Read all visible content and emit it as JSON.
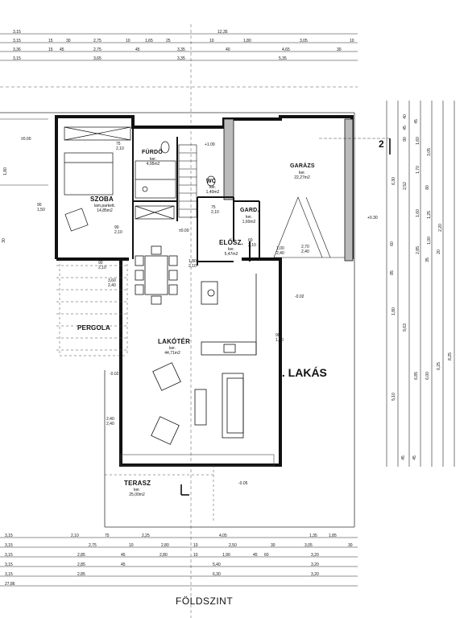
{
  "sheet_title": "FÖLDSZINT",
  "apartment_label": "I. LAKÁS",
  "section_marker": "2",
  "rooms": {
    "szoba": {
      "name": "SZOBA",
      "sub1": "lam.parkett.",
      "area": "14,85m2"
    },
    "furdo": {
      "name": "FÜRDŐ",
      "sub1": "ker.",
      "area": "4,95m2"
    },
    "wc": {
      "name": "WC",
      "sub1": "ker.",
      "area": "1,40m2"
    },
    "gardrob": {
      "name": "GARD.",
      "sub1": "ker.",
      "area": "1,60m2"
    },
    "elosz": {
      "name": "ELŐSZ.",
      "sub1": "ker.",
      "area": "5,47m2"
    },
    "garazs": {
      "name": "GARÁZS",
      "sub1": "ker.",
      "area": "22,27m2"
    },
    "lakoter": {
      "name": "LAKÓTÉR",
      "sub1": "ker.",
      "area": "44,71m2"
    },
    "pergola": {
      "name": "PERGOLA"
    },
    "terasz": {
      "name": "TERASZ",
      "sub1": "ker.",
      "area": "25,00m2"
    }
  },
  "levels": {
    "l1": "±0.00",
    "l2": "±0.00",
    "l3": "+1.09",
    "l4": "+0.30",
    "l5": "-0.02",
    "l6": "-0.02",
    "l7": "-0.05"
  },
  "openings": {
    "o1": "75\n2,10",
    "o2": "90\n1,50",
    "o3": "90\n2,10",
    "o4": "75\n2,10",
    "o5": "90\n2,10",
    "o6": "1,80\n2,10",
    "o7": "3,60\n2,40",
    "o8": "1,00\n2,40",
    "o9": "90\n1,50",
    "o10": "2,40\n2,40",
    "o11": "2,70\n2,40",
    "o12": "60\n2,10"
  },
  "dims_top": [
    "3,15",
    "12,35",
    "3,15",
    "15",
    "30",
    "2,75",
    "10",
    "1,65",
    "25",
    "10",
    "1,80",
    "3,05",
    "10",
    "3,36",
    "15",
    "45",
    "2,75",
    "45",
    "3,35",
    "40",
    "4,65",
    "30",
    "3,15",
    "3,65",
    "3,35",
    "5,35"
  ],
  "dims_bottom": [
    "3,15",
    "2,10",
    "75",
    "2,25",
    "4,05",
    "1,35",
    "1,85",
    "3,15",
    "2,75",
    "10",
    "2,80",
    "10",
    "2,50",
    "30",
    "3,05",
    "30",
    "3,15",
    "2,85",
    "45",
    "2,80",
    "10",
    "1,90",
    "45",
    "60",
    "3,20",
    "3,15",
    "2,85",
    "45",
    "5,40",
    "3,20",
    "3,15",
    "2,85",
    "6,30",
    "3,20",
    "27,86"
  ],
  "dims_right": [
    "6,30",
    "2,52",
    "90",
    "45",
    "40",
    "1,60",
    "1,70",
    "45",
    "3,05",
    "2,85",
    "1,60",
    "80",
    "1,25",
    "1,00",
    "35",
    "20",
    "2,20",
    "1,80",
    "85",
    "60",
    "9,63",
    "6,85",
    "6,00",
    "6,25",
    "8,25",
    "5,10",
    "45",
    "45"
  ],
  "dims_left": [
    "1,80",
    "30"
  ]
}
